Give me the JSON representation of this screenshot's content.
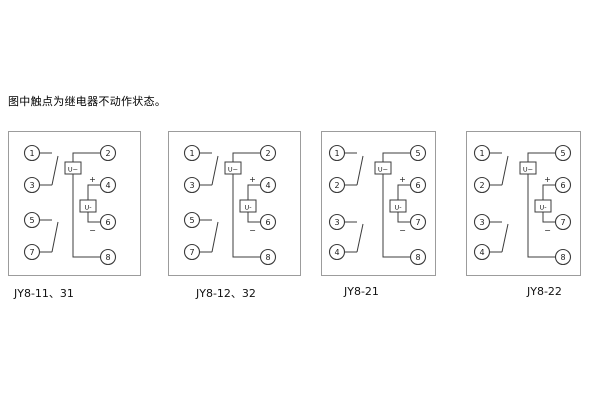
{
  "caption": "图中触点为继电器不动作状态。",
  "colors": {
    "background": "#ffffff",
    "wire": "#3c3c3c",
    "frame": "#9c9c9c",
    "text": "#111111"
  },
  "diagrams": [
    {
      "label": "JY8-11、31",
      "left": [
        "1",
        "3",
        "5",
        "7"
      ],
      "right": [
        "2",
        "4",
        "6",
        "8"
      ],
      "coil_ac": "U~",
      "coil_dc": "U-",
      "plus": "+",
      "minus": "−"
    },
    {
      "label": "JY8-12、32",
      "left": [
        "1",
        "3",
        "5",
        "7"
      ],
      "right": [
        "2",
        "4",
        "6",
        "8"
      ],
      "coil_ac": "U~",
      "coil_dc": "U-",
      "plus": "+",
      "minus": "−"
    },
    {
      "label": "JY8-21",
      "left": [
        "1",
        "2",
        "3",
        "4"
      ],
      "right": [
        "5",
        "6",
        "7",
        "8"
      ],
      "coil_ac": "U~",
      "coil_dc": "U-",
      "plus": "+",
      "minus": "−"
    },
    {
      "label": "JY8-22",
      "left": [
        "1",
        "2",
        "3",
        "4"
      ],
      "right": [
        "5",
        "6",
        "7",
        "8"
      ],
      "coil_ac": "U~",
      "coil_dc": "U-",
      "plus": "+",
      "minus": "−"
    }
  ]
}
